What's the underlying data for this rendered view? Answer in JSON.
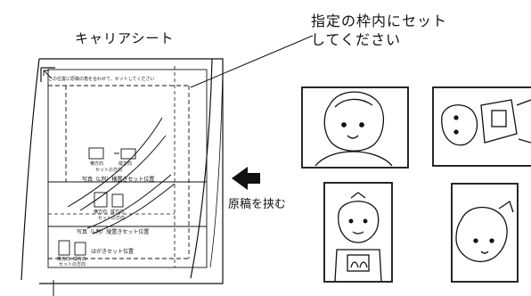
{
  "carrier_title": "キャリアシート",
  "callout_line1": "指定の枠内にセット",
  "callout_line2": "してください",
  "sandwich_label": "原稿を挟む",
  "sheet": {
    "corner_instruction": "この位置に原稿の角を合わせて、セットしてください",
    "photo_l_landscape": "写真（L判）横置きセット位置",
    "photo_l_portrait": "写真（L判）縦置きセット位置",
    "postcard_position": "はがきセット位置",
    "icon_caption_a": "横方向",
    "icon_caption_b": "縦方向",
    "icon_set_direction": "セットの方向"
  }
}
